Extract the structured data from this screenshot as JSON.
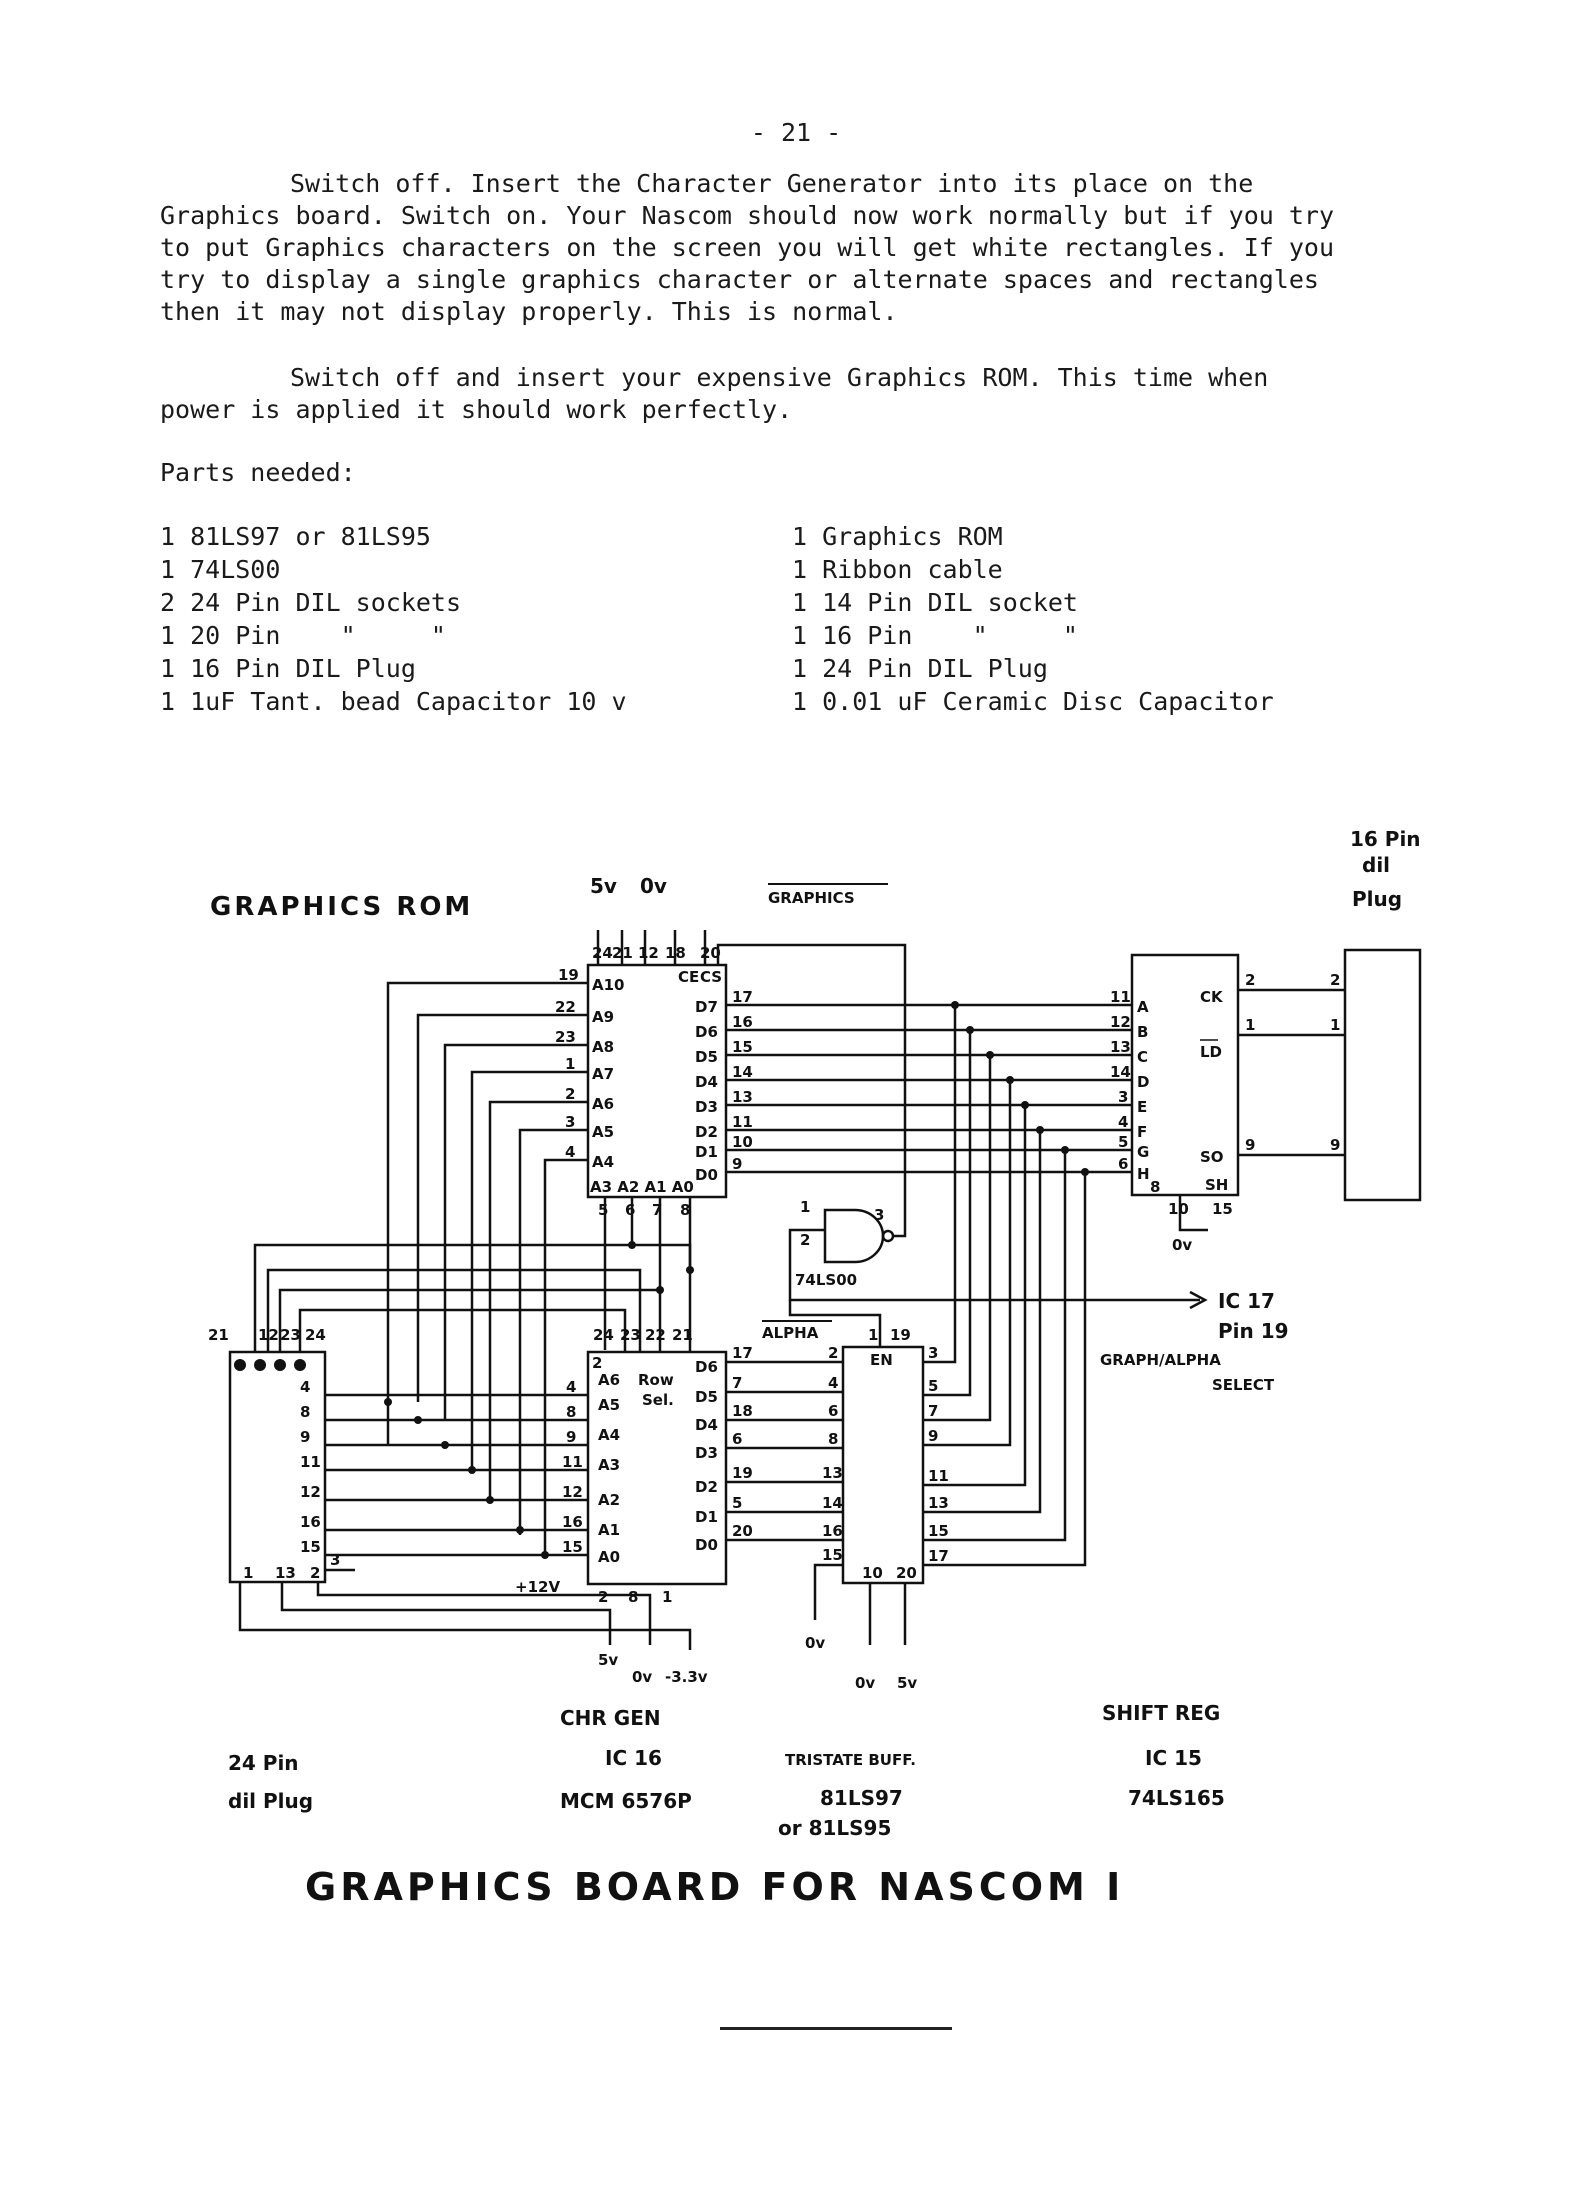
{
  "page_number": "- 21 -",
  "paragraph1": [
    "Switch off. Insert the Character Generator into its place on the",
    "Graphics board. Switch on. Your Nascom should now work normally but if you try",
    "to put Graphics characters on the screen you will get white rectangles. If you",
    "try to display a single graphics character or alternate spaces and rectangles",
    "then it may not display properly. This is normal."
  ],
  "paragraph2": [
    "Switch off and insert your expensive Graphics ROM. This time when",
    "power is applied it should work perfectly."
  ],
  "parts_title": "Parts needed:",
  "parts_left": [
    "1 81LS97 or 81LS95",
    "1 74LS00",
    "2 24 Pin DIL sockets",
    "1 20 Pin    \"     \"",
    "1 16 Pin DIL Plug",
    "1 1uF Tant. bead Capacitor 10 v"
  ],
  "parts_right": [
    "1 Graphics ROM",
    "1 Ribbon cable",
    "1 14 Pin DIL socket",
    "1 16 Pin    \"     \"",
    "1 24 Pin DIL Plug",
    "1 0.01 uF Ceramic Disc Capacitor"
  ],
  "diagram": {
    "graphics_rom_label": "GRAPHICS  ROM",
    "power_5v": "5v",
    "power_0v": "0v",
    "graphics_signal": "GRAPHICS",
    "plug16_label": [
      "16 Pin",
      "dil",
      "Plug"
    ],
    "rom_address_pins": [
      "A10",
      "A9",
      "A8",
      "A7",
      "A6",
      "A5",
      "A4"
    ],
    "rom_address_pin_numbers": [
      "19",
      "22",
      "23",
      "1",
      "2",
      "3",
      "4"
    ],
    "rom_bottom_pins": "A3 A2 A1 A0",
    "rom_bottom_pin_numbers": [
      "5",
      "6",
      "7",
      "8"
    ],
    "rom_data_pins": [
      "D7",
      "D6",
      "D5",
      "D4",
      "D3",
      "D2",
      "D1",
      "D0"
    ],
    "rom_data_pin_numbers": [
      "17",
      "16",
      "15",
      "14",
      "13",
      "11",
      "10",
      "9"
    ],
    "rom_top_pin_numbers": [
      "24",
      "21",
      "12",
      "18",
      "20"
    ],
    "rom_ce": "CE",
    "rom_cs": "CS",
    "shift_inputs": [
      "A",
      "B",
      "C",
      "D",
      "E",
      "F",
      "G",
      "H"
    ],
    "shift_input_pin_numbers": [
      "11",
      "12",
      "13",
      "14",
      "3",
      "4",
      "5",
      "6"
    ],
    "shift_outputs": [
      "CK",
      "LD",
      "SO",
      "SH"
    ],
    "shift_output_pins": [
      "2",
      "1",
      "9"
    ],
    "shift_bottom_pins": [
      "8",
      "10",
      "15"
    ],
    "shift_0v": "0v",
    "gate_label": "74LS00",
    "gate_pins": [
      "1",
      "2",
      "3"
    ],
    "ic17_label": "IC 17",
    "ic17_pin": "Pin 19",
    "graph_alpha": "GRAPH/ALPHA",
    "select": "SELECT",
    "alpha_signal": "ALPHA",
    "plug24_top_pins": [
      "21",
      "12",
      "23",
      "24"
    ],
    "plug24_side_pins": [
      "4",
      "8",
      "9",
      "11",
      "12",
      "16",
      "15"
    ],
    "plug24_bottom_pins": [
      "1",
      "13",
      "2",
      "3"
    ],
    "chrgen_address_pins": [
      "A6",
      "A5",
      "A4",
      "A3",
      "A2",
      "A1",
      "A0"
    ],
    "chrgen_address_pin_numbers": [
      "4",
      "8",
      "9",
      "11",
      "12",
      "16",
      "15"
    ],
    "chrgen_data_pins": [
      "D6",
      "D5",
      "D4",
      "D3",
      "D2",
      "D1",
      "D0"
    ],
    "chrgen_data_pin_numbers": [
      "17",
      "7",
      "18",
      "6",
      "19",
      "5",
      "20"
    ],
    "chrgen_top_pins": [
      "24",
      "23",
      "22",
      "21"
    ],
    "row_sel": [
      "Row",
      "Sel."
    ],
    "chrgen_bottom_pins": [
      "2",
      "8",
      "1"
    ],
    "plus_12v": "+12V",
    "chrgen_power": [
      "5v",
      "0v",
      "-3.3v"
    ],
    "buffer_in_pins": [
      "2",
      "4",
      "6",
      "8",
      "13",
      "14",
      "16",
      "15"
    ],
    "buffer_out_pins": [
      "3",
      "5",
      "7",
      "9",
      "11",
      "13",
      "15",
      "17"
    ],
    "buffer_en": "EN",
    "buffer_top_pins": [
      "1",
      "19"
    ],
    "buffer_bottom_pins": [
      "10",
      "20"
    ],
    "buffer_power": [
      "0v",
      "5v"
    ],
    "buffer_0v": "0v",
    "chr_gen_label": "CHR GEN",
    "plug24_caption": [
      "24 Pin",
      "dil Plug"
    ],
    "ic16": "IC 16",
    "mcm": "MCM 6576P",
    "tristate": "TRISTATE BUFF.",
    "ls97": "81LS97",
    "ls95": "or 81LS95",
    "shift_reg": "SHIFT REG",
    "ic15": "IC 15",
    "ls165": "74LS165",
    "board_title": "GRAPHICS  BOARD  FOR  NASCOM I"
  }
}
